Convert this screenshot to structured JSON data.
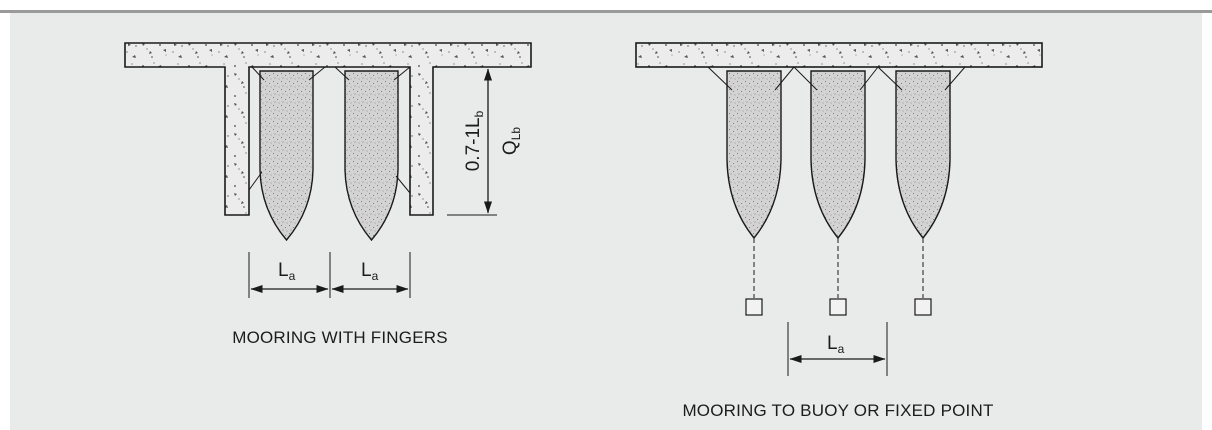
{
  "colors": {
    "panel": "#e9eaea",
    "line": "#1a1a1a",
    "concrete": "#e6e6e6",
    "boat": "#cfcfcf",
    "frame": "#9a9a9a"
  },
  "left": {
    "caption": "MOORING WITH FINGERS",
    "spacing_label": "L",
    "spacing_sub": "a",
    "vertical_label_1": "0.7-1L",
    "vertical_label_1_sub": "b",
    "vertical_label_2": "Q",
    "vertical_label_2_sub": "Lb"
  },
  "right": {
    "caption": "MOORING TO BUOY OR FIXED POINT",
    "spacing_label": "L",
    "spacing_sub": "a"
  }
}
